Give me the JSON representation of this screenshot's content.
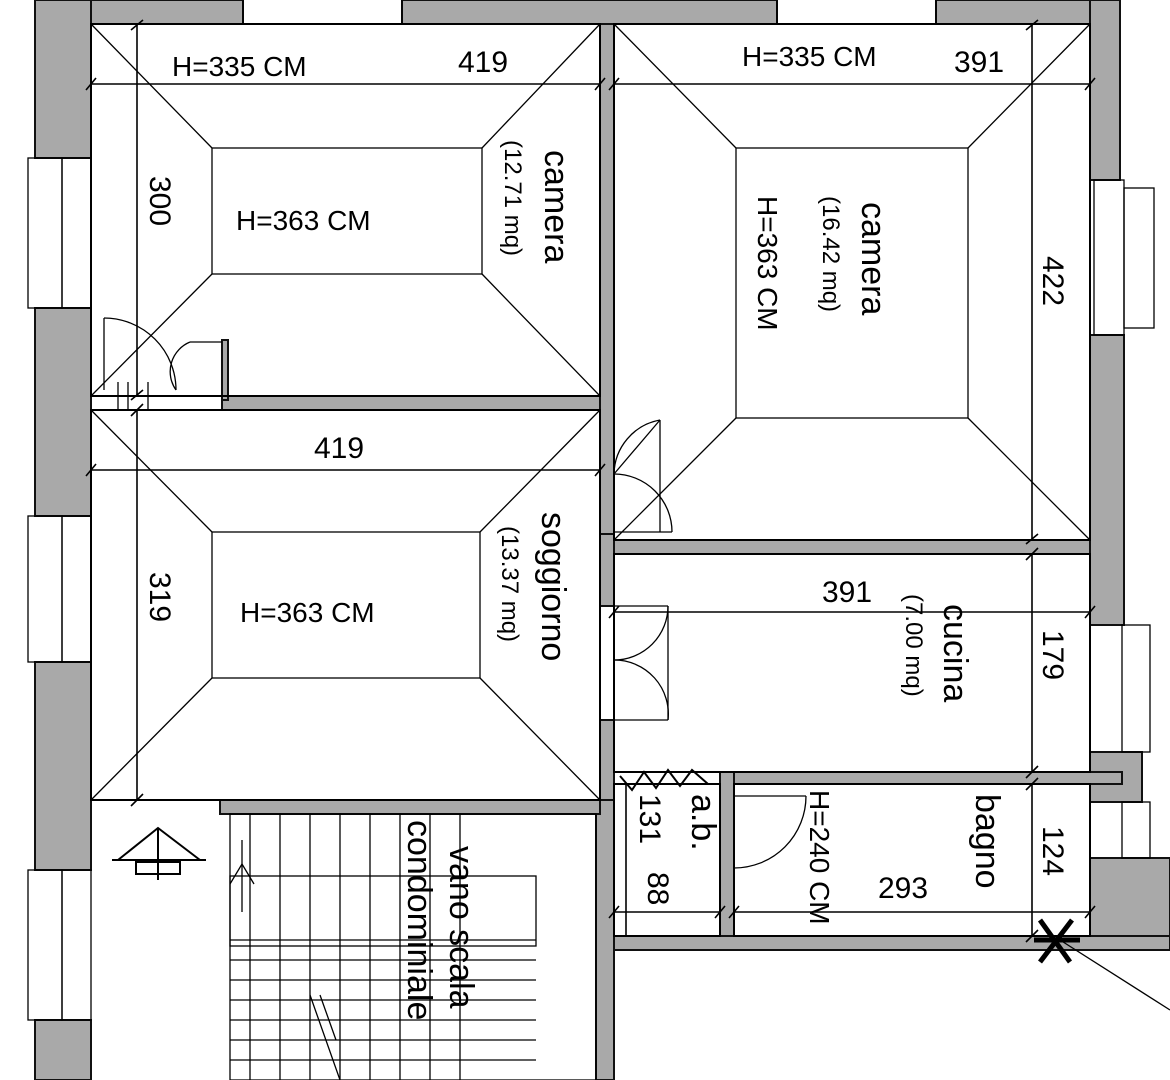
{
  "rooms": {
    "camera_left": {
      "name": "camera",
      "area": "(12.71 mq)",
      "height": "H=363 CM"
    },
    "camera_right": {
      "name": "camera",
      "area": "(16.42 mq)",
      "height": "H=363 CM"
    },
    "soggiorno": {
      "name": "soggiorno",
      "area": "(13.37 mq)",
      "height": "H=363 CM"
    },
    "cucina": {
      "name": "cucina",
      "area": "(7.00 mq)"
    },
    "bagno": {
      "name": "bagno",
      "height": "H=240 CM"
    },
    "ab": {
      "name": "a.b."
    },
    "vano": {
      "line1": "vano scala",
      "line2": "condominiale"
    }
  },
  "heights": {
    "corridor_left": "H=335 CM",
    "corridor_right": "H=335 CM"
  },
  "dimensions": {
    "top_left_width": "419",
    "top_right_width": "391",
    "left_room_depth": "300",
    "right_room_depth": "422",
    "soggiorno_width": "419",
    "soggiorno_depth": "319",
    "cucina_width": "391",
    "cucina_depth": "179",
    "bagno_depth": "124",
    "bagno_width": "293",
    "ab_depth": "131",
    "ab_width": "88"
  }
}
